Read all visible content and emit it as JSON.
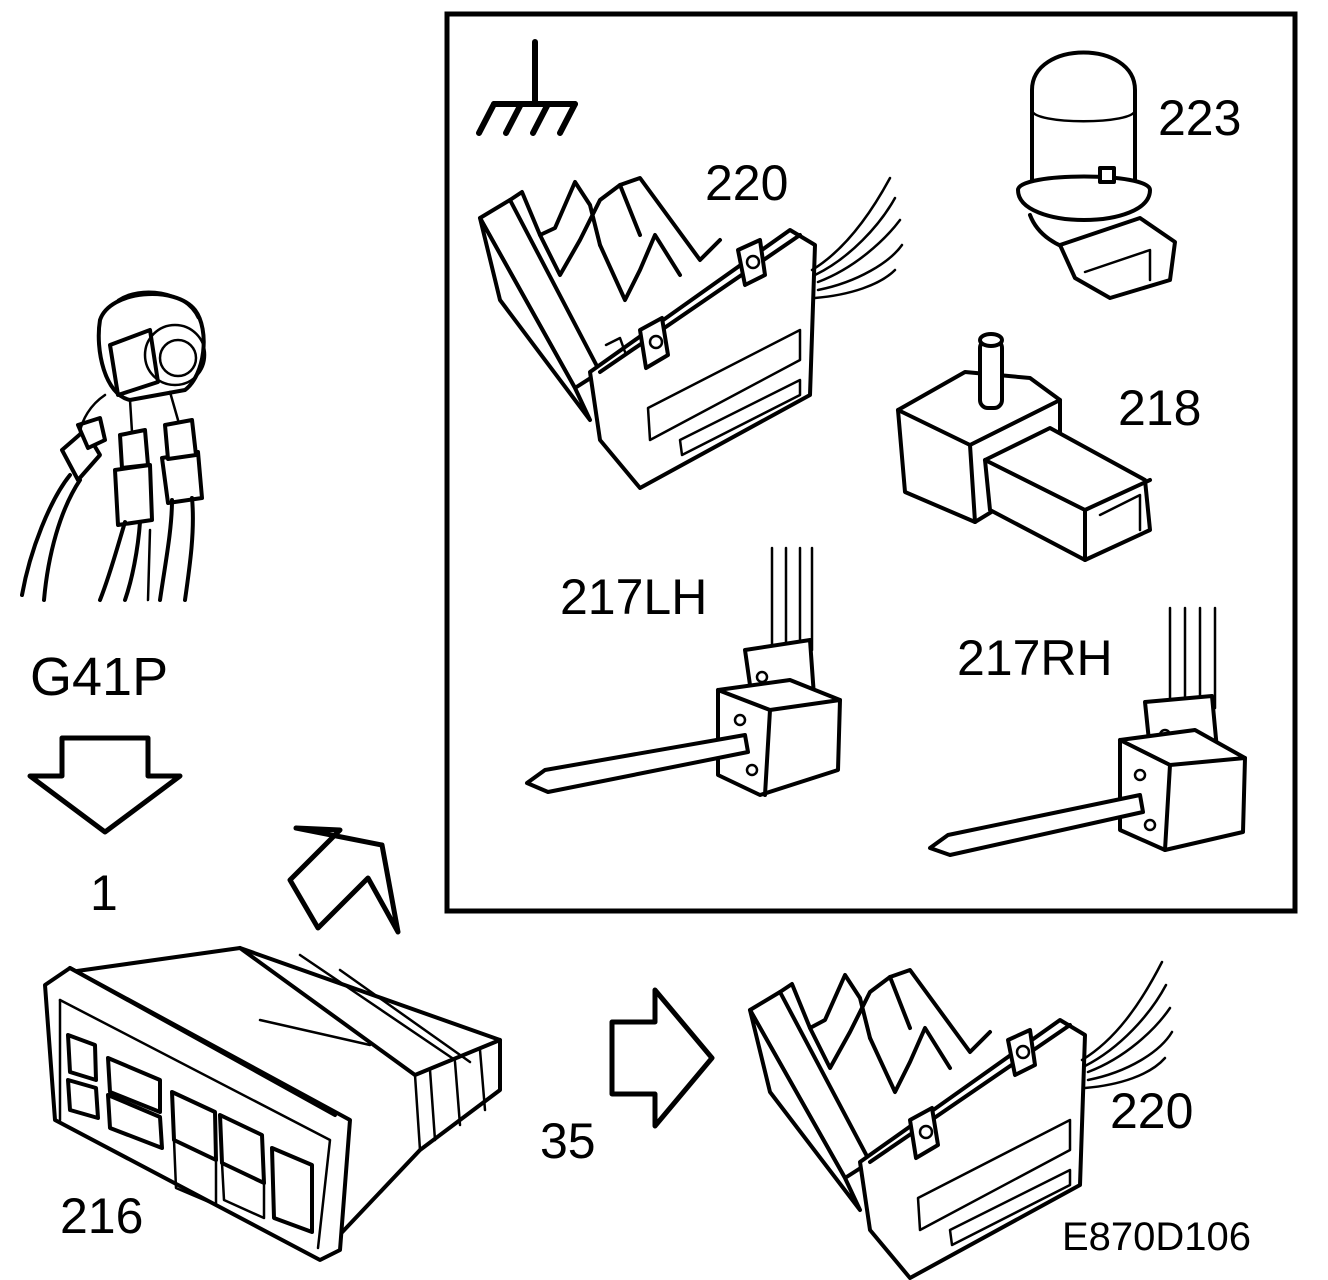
{
  "labels": {
    "ground_connector": "G41P",
    "step_one": "1",
    "control_panel": "216",
    "step_two": "35",
    "connector_220_inset": "220",
    "connector_220_main": "220",
    "bulb": "223",
    "sensor_218": "218",
    "sensor_lh": "217LH",
    "sensor_rh": "217RH",
    "figure_code": "E870D106"
  },
  "icons": {
    "ground": "ground-symbol-icon",
    "arrow_down": "arrow-down-icon",
    "arrow_diagonal": "arrow-up-right-icon",
    "arrow_right": "arrow-right-icon"
  },
  "colors": {
    "ink": "#000000",
    "paper": "#ffffff"
  }
}
